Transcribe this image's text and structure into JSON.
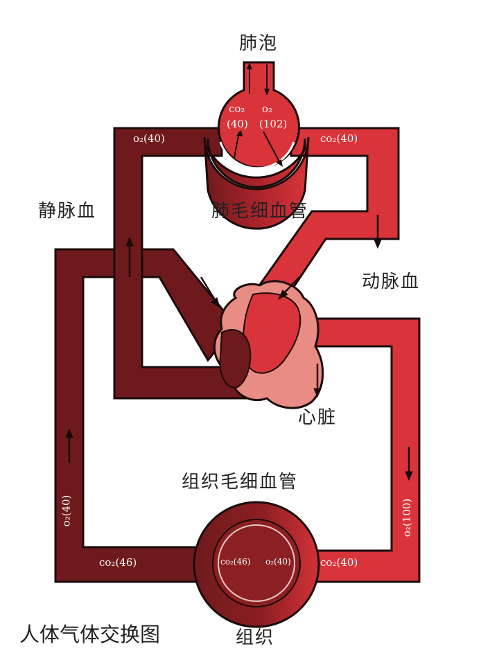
{
  "labels": {
    "alveolus": "肺泡",
    "pulmonary_capillary": "肺毛细血管",
    "venous_blood": "静脉血",
    "arterial_blood": "动脉血",
    "heart": "心脏",
    "tissue_capillary": "组织毛细血管",
    "tissue": "组织",
    "title": "人体气体交换图"
  },
  "gas_values": {
    "lung_left": "o₂(40)",
    "lung_right": "co₂(40)",
    "alveolus_co2_label": "co₂",
    "alveolus_co2_value": "(40)",
    "alveolus_o2_label": "o₂",
    "alveolus_o2_value": "(102)",
    "body_left_vertical": "o₂(40)",
    "body_right_vertical": "o₂(100)",
    "tissue_left": "co₂(46)",
    "tissue_right": "co₂(40)",
    "tissue_inner_left": "co₂(46)",
    "tissue_inner_right": "o₂(40)"
  },
  "colors": {
    "venous": "#6e1a1c",
    "venous_dark": "#4a0e10",
    "arterial": "#d8343a",
    "arterial_dark": "#a8242a",
    "heart": "#e88c84",
    "outline": "#1a0a0a"
  }
}
